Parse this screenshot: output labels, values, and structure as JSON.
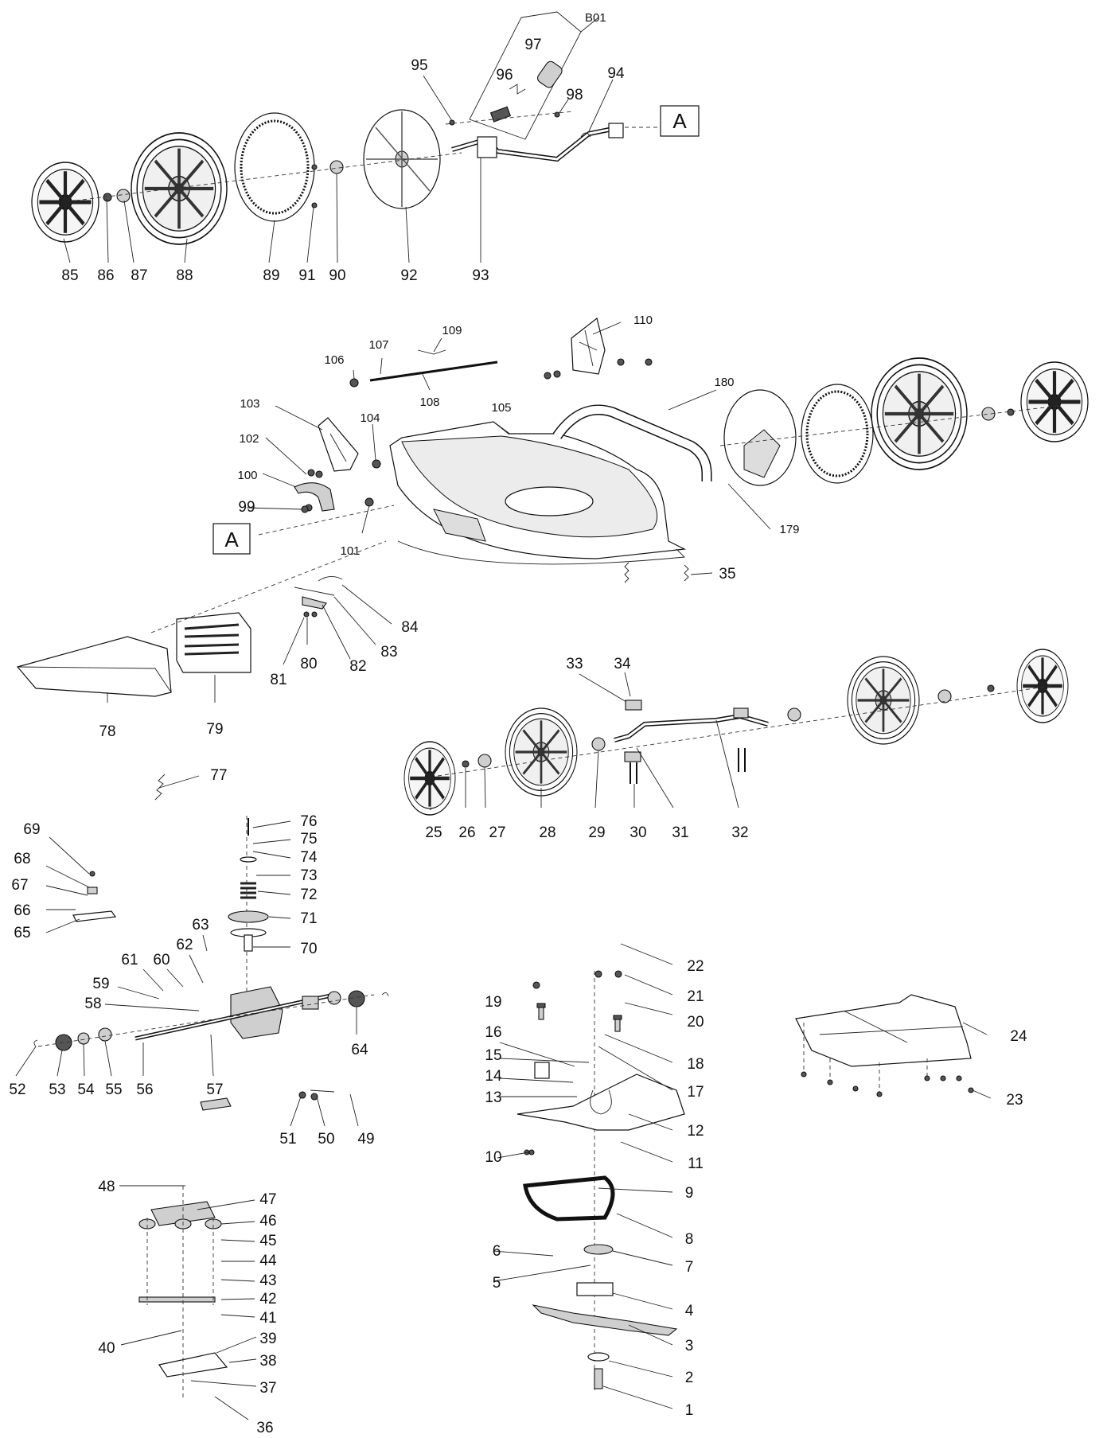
{
  "box_labels": {
    "group_b01": "B01",
    "ref_a_top": "A",
    "ref_a_mid": "A"
  },
  "part_numbers": [
    "1",
    "2",
    "3",
    "4",
    "5",
    "6",
    "7",
    "8",
    "9",
    "10",
    "11",
    "12",
    "13",
    "14",
    "15",
    "16",
    "17",
    "18",
    "19",
    "20",
    "21",
    "22",
    "23",
    "24",
    "25",
    "26",
    "27",
    "28",
    "29",
    "30",
    "31",
    "32",
    "33",
    "34",
    "35",
    "36",
    "37",
    "38",
    "39",
    "40",
    "41",
    "42",
    "43",
    "44",
    "45",
    "46",
    "47",
    "48",
    "49",
    "50",
    "51",
    "52",
    "53",
    "54",
    "55",
    "56",
    "57",
    "58",
    "59",
    "60",
    "61",
    "62",
    "63",
    "64",
    "65",
    "66",
    "67",
    "68",
    "69",
    "70",
    "71",
    "72",
    "73",
    "74",
    "75",
    "76",
    "77",
    "78",
    "79",
    "80",
    "81",
    "82",
    "83",
    "84",
    "85",
    "86",
    "87",
    "88",
    "89",
    "90",
    "91",
    "92",
    "93",
    "94",
    "95",
    "96",
    "97",
    "98",
    "99",
    "100",
    "101",
    "102",
    "103",
    "104",
    "105",
    "106",
    "107",
    "108",
    "109",
    "110",
    "179",
    "180"
  ]
}
